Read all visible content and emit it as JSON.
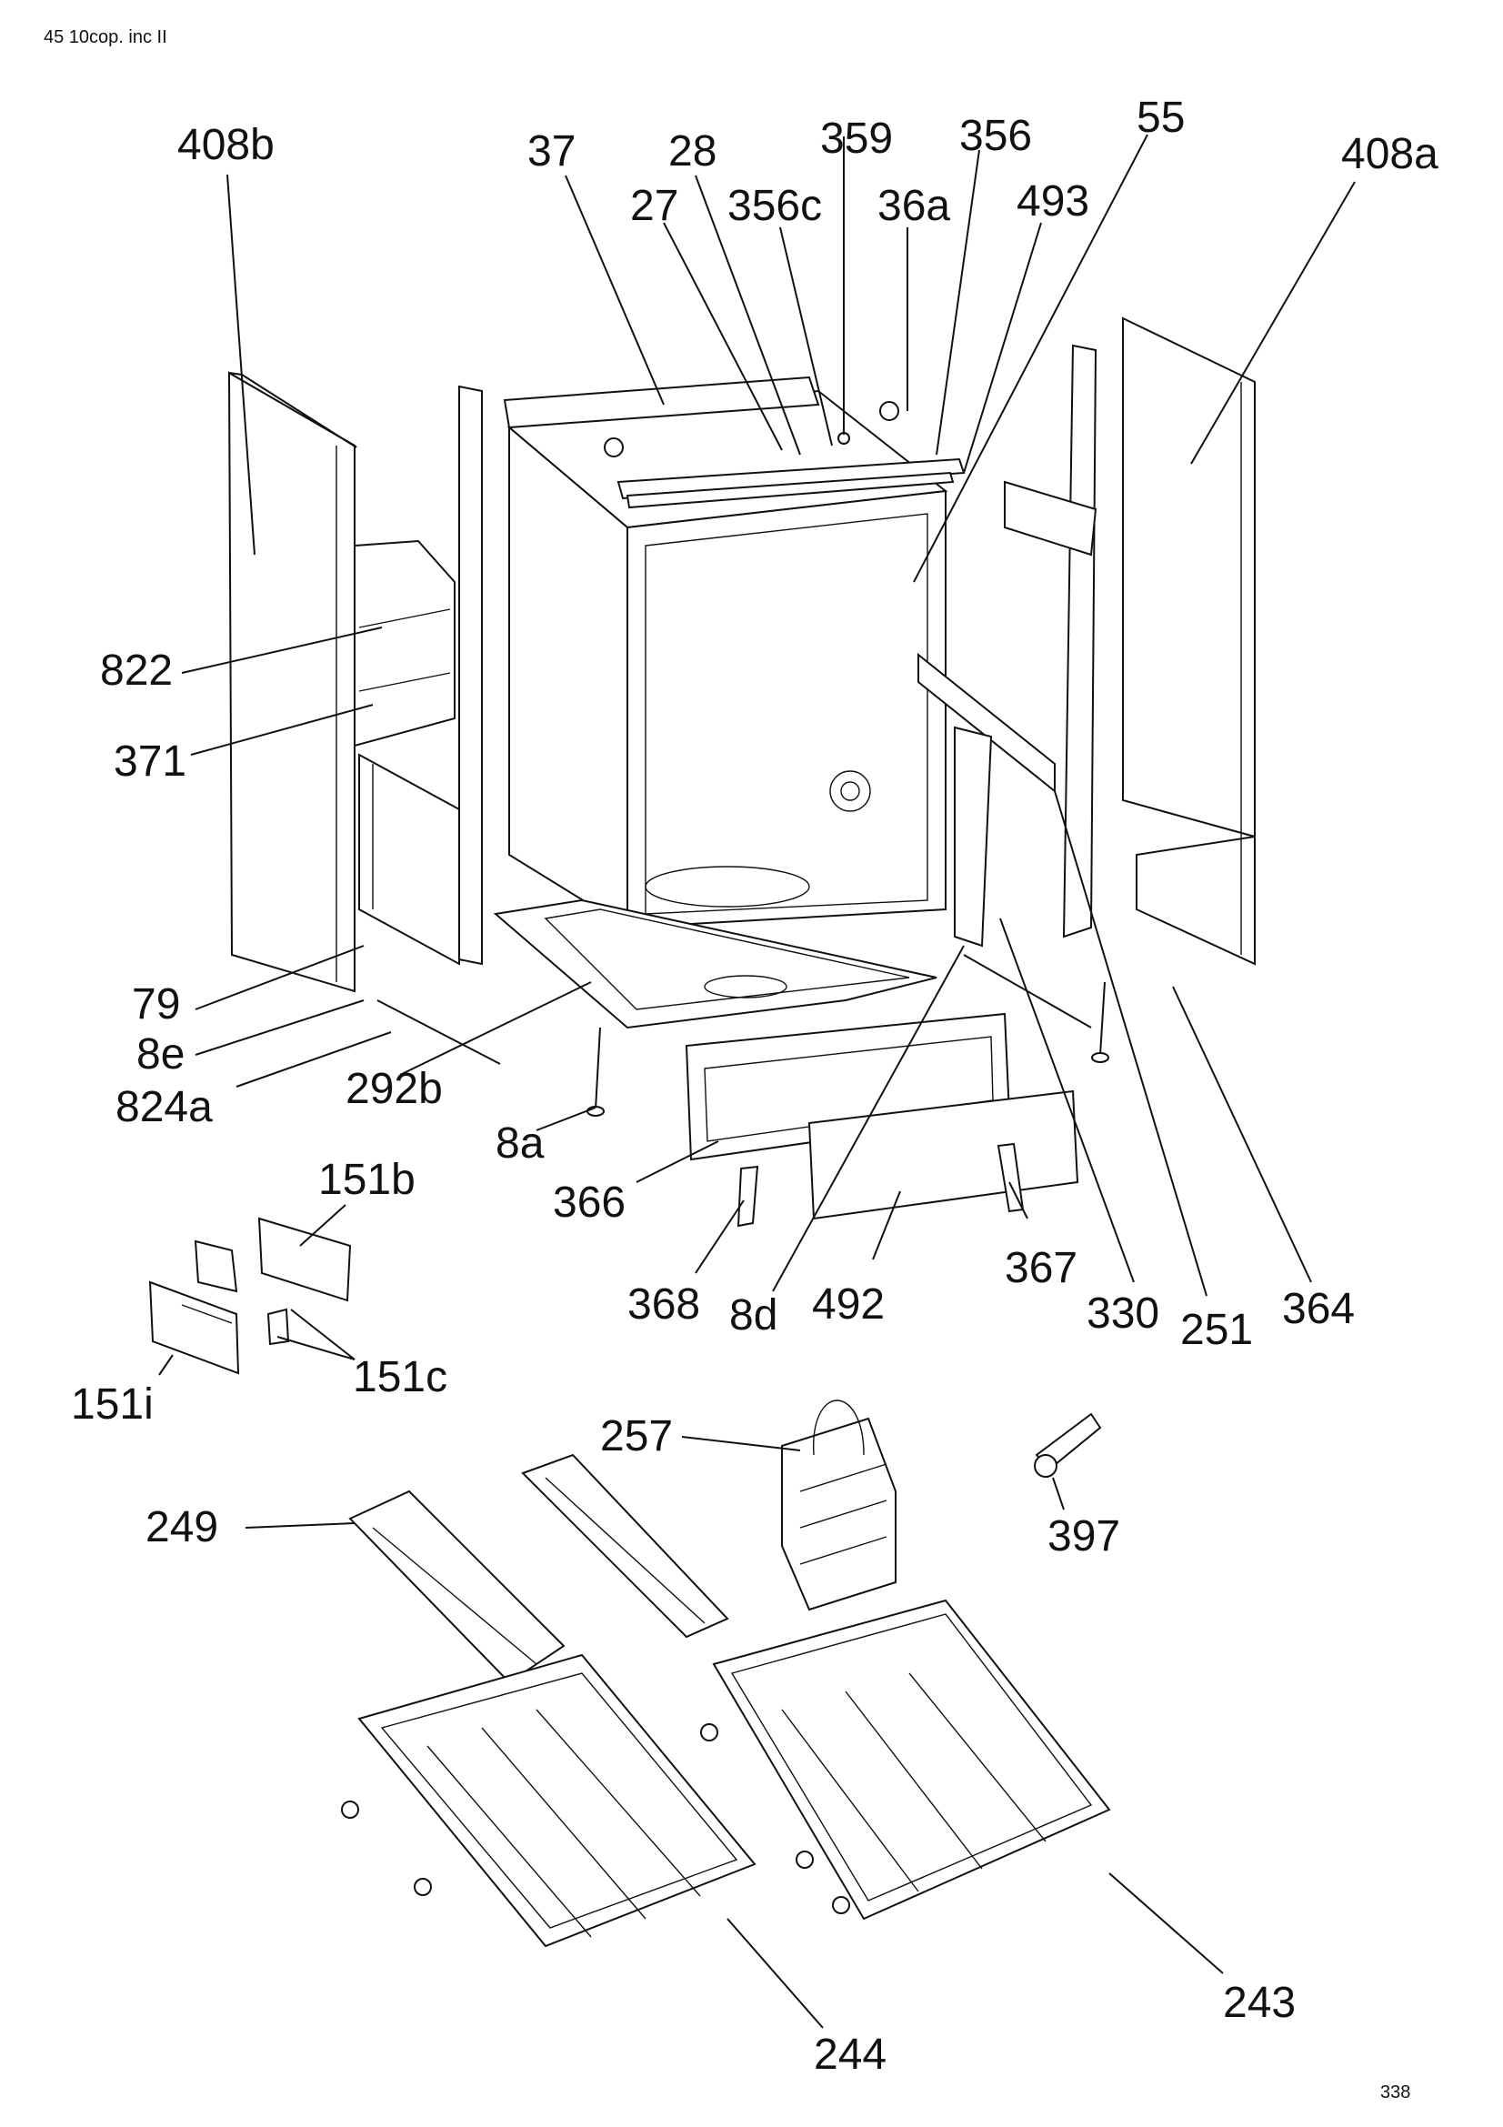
{
  "page": {
    "header": "45 10cop. inc II",
    "page_number": "338"
  },
  "labels": {
    "l408b": "408b",
    "l37": "37",
    "l28": "28",
    "l27": "27",
    "l356c": "356c",
    "l359": "359",
    "l356": "356",
    "l36a": "36a",
    "l493": "493",
    "l55": "55",
    "l408a": "408a",
    "l822": "822",
    "l371": "371",
    "l79": "79",
    "l8e": "8e",
    "l824a": "824a",
    "l292b": "292b",
    "l8a": "8a",
    "l366": "366",
    "l151b": "151b",
    "l151c": "151c",
    "l151i": "151i",
    "l368": "368",
    "l8d": "8d",
    "l492": "492",
    "l367": "367",
    "l330": "330",
    "l251": "251",
    "l364": "364",
    "l257": "257",
    "l249": "249",
    "l397": "397",
    "l243": "243",
    "l244": "244"
  }
}
